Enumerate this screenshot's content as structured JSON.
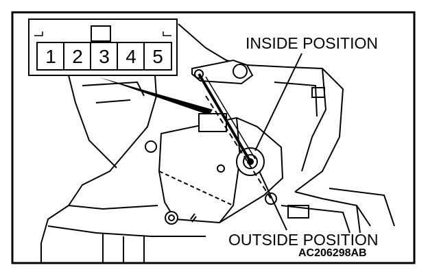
{
  "labels": {
    "inside_position": "INSIDE POSITION",
    "outside_position": "OUTSIDE POSITION",
    "figure_code": "AC206298AB"
  },
  "connector": {
    "pins": [
      "1",
      "2",
      "3",
      "4",
      "5"
    ]
  }
}
